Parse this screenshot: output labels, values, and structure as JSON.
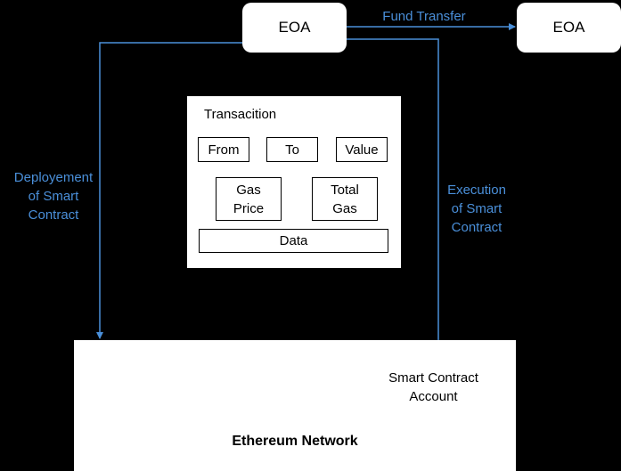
{
  "accent_color": "#4a8fd9",
  "eoa_left": {
    "label": "EOA"
  },
  "eoa_right": {
    "label": "EOA"
  },
  "edges": {
    "fund_transfer": "Fund Transfer",
    "deployment": "Deployement\nof Smart\nContract",
    "execution": "Execution\nof Smart\nContract"
  },
  "transaction": {
    "title": "Transacition",
    "fields": {
      "from": "From",
      "to": "To",
      "value": "Value",
      "gas_price": "Gas\nPrice",
      "total_gas": "Total\nGas",
      "data": "Data"
    }
  },
  "network": {
    "label": "Ethereum Network",
    "account": "Smart Contract\nAccount"
  }
}
